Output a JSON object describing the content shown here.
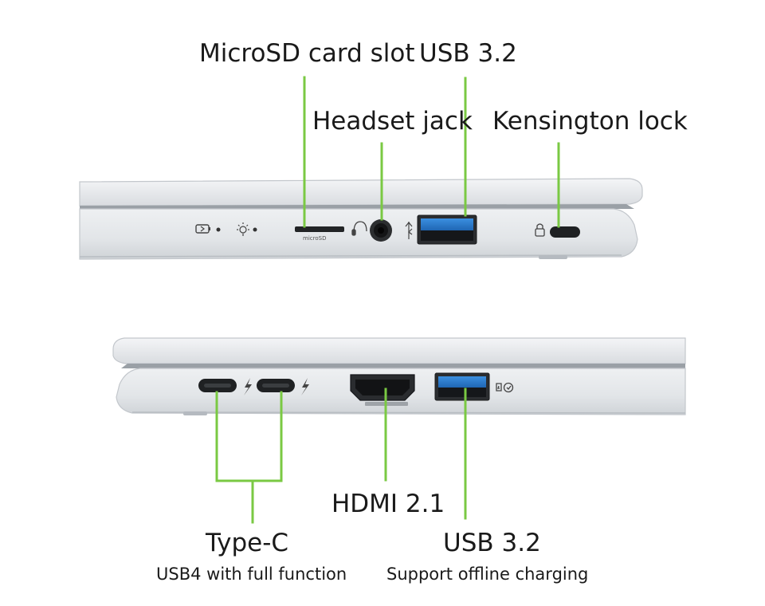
{
  "colors": {
    "callout": "#7ac943",
    "chassis": "#e9ebee",
    "chassis_edge": "#c3c7cc",
    "port_dark": "#222426",
    "usb_blue": "#2a7fd2"
  },
  "top_view": {
    "labels": {
      "microsd": "MicroSD card slot",
      "usb_top": "USB 3.2",
      "headset": "Headset jack",
      "kensington": "Kensington lock"
    },
    "icons": [
      "battery-status-icon",
      "power-light-icon",
      "headset-icon",
      "usb-charge-icon",
      "lock-icon"
    ],
    "microsd_slot_marking": "microSD"
  },
  "bottom_view": {
    "labels": {
      "hdmi": "HDMI 2.1",
      "usb_bottom": "USB 3.2",
      "usb_bottom_sub": "Support offline charging",
      "typec": "Type-C",
      "typec_sub": "USB4 with full function"
    },
    "icons": [
      "thunderbolt-icon",
      "thunderbolt-icon",
      "offline-charge-icon"
    ]
  }
}
